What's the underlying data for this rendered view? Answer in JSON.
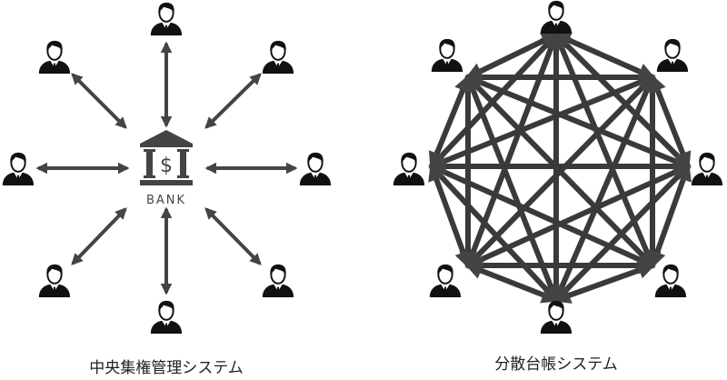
{
  "central": {
    "caption": "中央集権管理システム",
    "bank_label": "BANK",
    "bank_symbol": "$",
    "user_count": 8
  },
  "distributed": {
    "caption": "分散台帳システム",
    "node_count": 8
  },
  "colors": {
    "ink": "#444444",
    "line": "#3a3a3a",
    "person": "#111111"
  }
}
